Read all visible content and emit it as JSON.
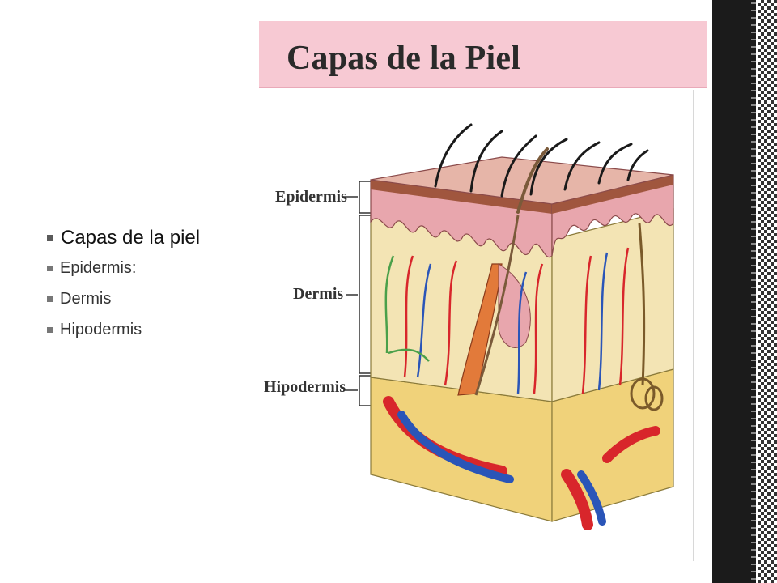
{
  "bullets": {
    "main": "Capas de la piel",
    "items": [
      "Epidermis:",
      "Dermis",
      "Hipodermis"
    ]
  },
  "figure": {
    "title": "Capas de la Piel",
    "labels": {
      "epidermis": "Epidermis",
      "dermis": "Dermis",
      "hipodermis": "Hipodermis"
    }
  },
  "colors": {
    "title_band": "#f7c9d3",
    "epidermis": "#e8a6ad",
    "dermis": "#f3e4b4",
    "hipodermis": "#f0d27a",
    "artery": "#d8262b",
    "vein": "#2a55b8"
  }
}
